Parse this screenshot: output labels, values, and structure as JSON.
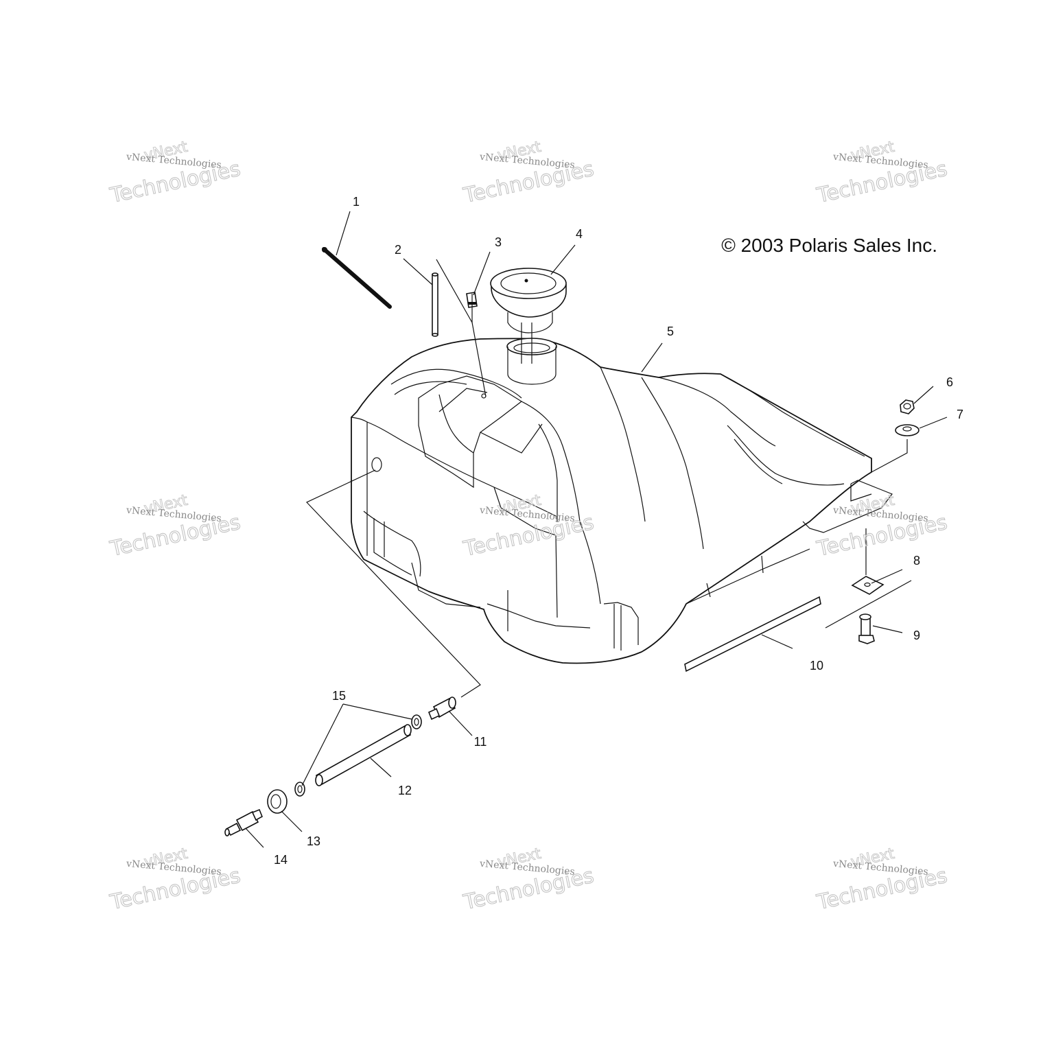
{
  "copyright": "© 2003 Polaris Sales Inc.",
  "watermark": {
    "line1": "vNext",
    "line2": "vNext Technologies",
    "line3": "Technologies"
  },
  "callouts": {
    "c1": "1",
    "c2": "2",
    "c3": "3",
    "c4": "4",
    "c5": "5",
    "c6": "6",
    "c7": "7",
    "c8": "8",
    "c9": "9",
    "c10": "10",
    "c11": "11",
    "c12": "12",
    "c13": "13",
    "c14": "14",
    "c15": "15"
  }
}
